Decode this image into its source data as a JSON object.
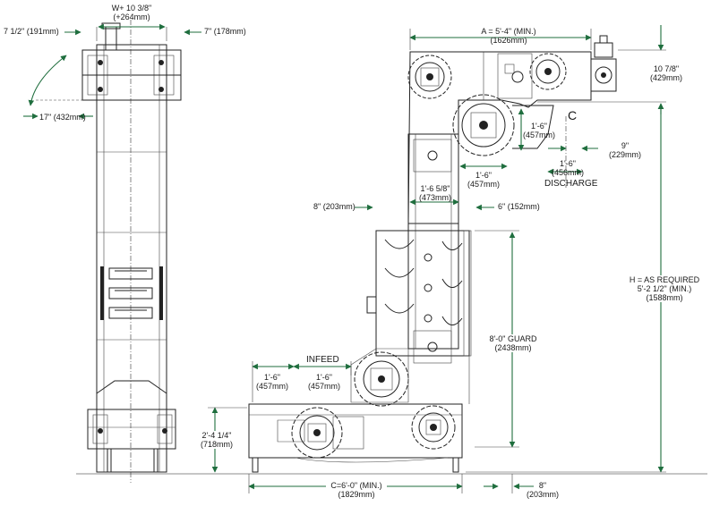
{
  "dimensions": {
    "width_top": {
      "line1": "W+ 10 3/8\"",
      "line2": "(+264mm)"
    },
    "left_offset": "7 1/2\" (191mm)",
    "right_offset": "7\" (178mm)",
    "swing": "17\" (432mm)",
    "a_length": {
      "line1": "A = 5'-4\" (MIN.)",
      "line2": "(1626mm)"
    },
    "motor_height": {
      "line1": "10 7/8\"",
      "line2": "(429mm)"
    },
    "discharge_height": {
      "line1": "1'-6\"",
      "line2": "(457mm)"
    },
    "discharge_width": {
      "line1": "1'-6\"",
      "line2": "(456mm)"
    },
    "discharge_label": "DISCHARGE",
    "discharge_offset": {
      "line1": "9\"",
      "line2": "(229mm)"
    },
    "lower_discharge": {
      "line1": "1'-6\"",
      "line2": "(457mm)"
    },
    "column_width": {
      "line1": "1'-6 5/8\"",
      "line2": "(473mm)"
    },
    "left_clearance": "8\" (203mm)",
    "right_clearance": "6\" (152mm)",
    "guard": {
      "line1": "8'-0\" GUARD",
      "line2": "(2438mm)"
    },
    "h_required": {
      "line1": "H = AS REQUIRED",
      "line2": "5'-2 1/2\" (MIN.)",
      "line3": "(1588mm)"
    },
    "infeed_label": "INFEED",
    "infeed_left": {
      "line1": "1'-6\"",
      "line2": "(457mm)"
    },
    "infeed_right": {
      "line1": "1'-6\"",
      "line2": "(457mm)"
    },
    "base_height": {
      "line1": "2'-4 1/4\"",
      "line2": "(718mm)"
    },
    "c_length": {
      "line1": "C=6'-0\" (MIN.)",
      "line2": "(1829mm)"
    },
    "base_offset": {
      "line1": "8\"",
      "line2": "(203mm)"
    },
    "centerline_symbol": "C"
  },
  "colors": {
    "dimension_line": "#1f6e3e",
    "linework": "#222222"
  }
}
